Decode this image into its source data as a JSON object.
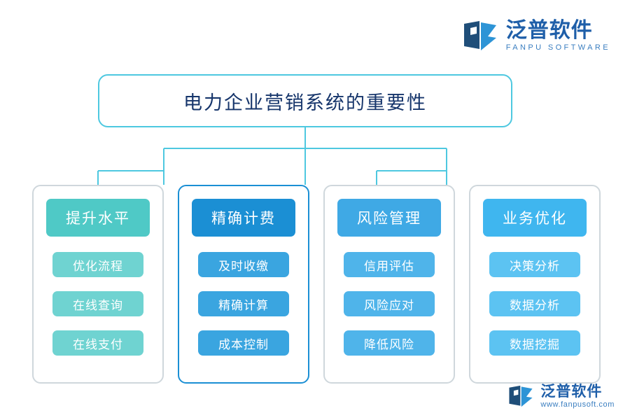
{
  "brand": {
    "name": "泛普软件",
    "subtitle": "FANPU SOFTWARE",
    "logo_icon": "fanpu-logo-icon",
    "primary_color": "#1f5fa9"
  },
  "watermark": {
    "name": "泛普软件",
    "url": "www.fanpusoft.com",
    "logo_icon": "fanpu-logo-icon"
  },
  "diagram": {
    "title": "电力企业营销系统的重要性",
    "title_border_color": "#4ec8e0",
    "title_text_color": "#16356b",
    "columns": [
      {
        "head": "提升水平",
        "head_color": "#4fc9c6",
        "item_color": "#6fd3d1",
        "border_color": "#cfd7dc",
        "items": [
          "优化流程",
          "在线查询",
          "在线支付"
        ]
      },
      {
        "head": "精确计费",
        "head_color": "#1b8fd4",
        "item_color": "#3aa5e0",
        "border_color": "#1b8fd4",
        "items": [
          "及时收缴",
          "精确计算",
          "成本控制"
        ]
      },
      {
        "head": "风险管理",
        "head_color": "#3fa9e5",
        "item_color": "#4fb4ea",
        "border_color": "#cfd7dc",
        "items": [
          "信用评估",
          "风险应对",
          "降低风险"
        ]
      },
      {
        "head": "业务优化",
        "head_color": "#3fb6ef",
        "item_color": "#5cc3f2",
        "border_color": "#cfd7dc",
        "items": [
          "决策分析",
          "数据分析",
          "数据挖掘"
        ]
      }
    ],
    "connector_color": "#4ec8e0"
  }
}
